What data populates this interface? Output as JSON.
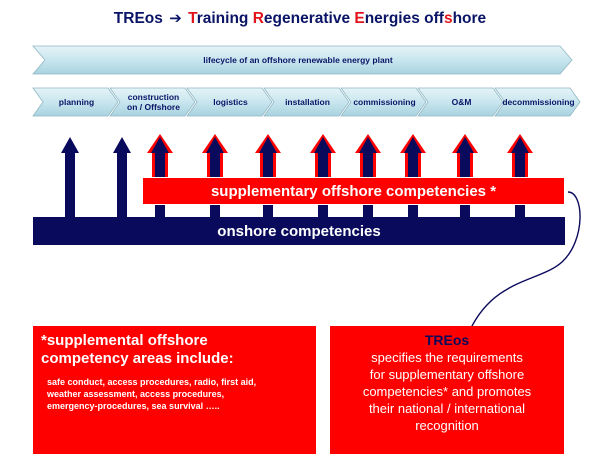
{
  "title": {
    "acronym": "TREos",
    "arrow_icon": "➔",
    "words": [
      {
        "cap": "T",
        "rest": "raining "
      },
      {
        "cap": "R",
        "rest": "egenerative "
      },
      {
        "cap": "E",
        "rest": "nergies "
      },
      {
        "cap": "",
        "rest": "off"
      },
      {
        "cap": "s",
        "rest": "hore"
      }
    ]
  },
  "lifecycle": {
    "label": "lifecycle of an offshore renewable energy plant",
    "stages": [
      {
        "label": "planning",
        "arrow": "blue"
      },
      {
        "label": "construction\non / Offshore",
        "arrow": "blue"
      },
      {
        "label": "logistics",
        "arrow": "red"
      },
      {
        "label": "installation",
        "arrow": "red"
      },
      {
        "label": "commissioning",
        "arrow": "red"
      },
      {
        "label": "O&M",
        "arrow": "red"
      },
      {
        "label": "decommissioning",
        "arrow": "red"
      }
    ]
  },
  "bars": {
    "supplementary": "supplementary offshore competencies *",
    "onshore": "onshore competencies"
  },
  "left_box": {
    "heading": "*supplemental offshore\n competency areas include:",
    "body": "safe conduct, access procedures, radio, first aid,\nweather assessment, access procedures,\nemergency-procedures, sea survival ….."
  },
  "right_box": {
    "name": "TREos",
    "text": "specifies the requirements\nfor supplementary offshore\ncompetencies* and promotes\ntheir national / international\nrecognition"
  },
  "colors": {
    "navy": "#0a0a5c",
    "red": "#ff0000",
    "chevron_fill": "#c8e6ef"
  }
}
